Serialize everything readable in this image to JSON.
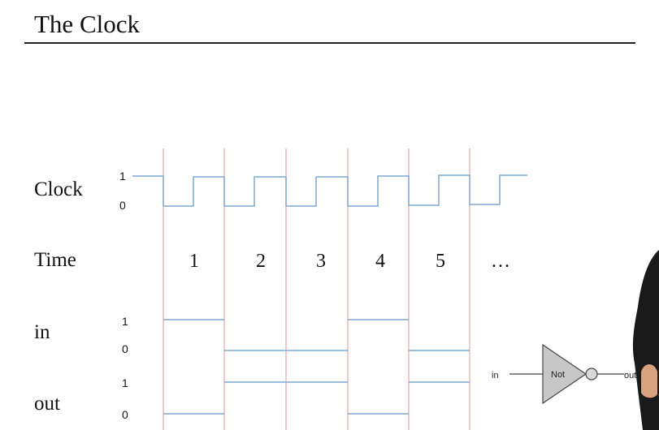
{
  "title": "The Clock",
  "rows": {
    "clock": {
      "label": "Clock",
      "hi": "1",
      "lo": "0"
    },
    "time": {
      "label": "Time"
    },
    "in": {
      "label": "in",
      "hi": "1",
      "lo": "0"
    },
    "out": {
      "label": "out",
      "hi": "1",
      "lo": "0"
    }
  },
  "cycles": [
    "1",
    "2",
    "3",
    "4",
    "5",
    "…"
  ],
  "signals": {
    "in": [
      1,
      0,
      0,
      1,
      0
    ],
    "out": [
      0,
      1,
      1,
      0,
      1
    ]
  },
  "gate": {
    "label": "Not",
    "input": "in",
    "output": "out"
  },
  "colors": {
    "wave": "#7fa9d6",
    "divider": "#e8a6aa"
  }
}
